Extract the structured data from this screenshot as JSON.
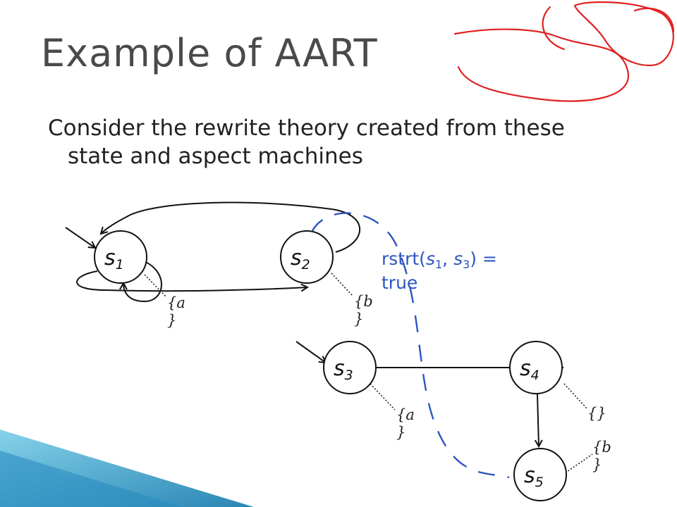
{
  "title": "Example of AART",
  "body": {
    "line1": "Consider the rewrite theory created from these",
    "line2": "state and aspect machines"
  },
  "states": [
    {
      "id": "s1",
      "label": "s",
      "sub": "1"
    },
    {
      "id": "s2",
      "label": "s",
      "sub": "2"
    },
    {
      "id": "s3",
      "label": "s",
      "sub": "3"
    },
    {
      "id": "s4",
      "label": "s",
      "sub": "4"
    },
    {
      "id": "s5",
      "label": "s",
      "sub": "5"
    }
  ],
  "props": {
    "s1": [
      "{a",
      "}"
    ],
    "s2": [
      "{b",
      "}"
    ],
    "s3": [
      "{a",
      "}"
    ],
    "s4": [
      "{}"
    ],
    "s5": [
      "{b",
      "}"
    ]
  },
  "rstrt": {
    "name": "rstrt(",
    "arg1": "s",
    "arg1_sub": "1",
    "sep": ", ",
    "arg2": "s",
    "arg2_sub": "3",
    "close": ") =",
    "value": "true"
  },
  "colors": {
    "accent_blue": "#2d55c0",
    "annotation_red": "#e02020",
    "title_gray": "#4a4a4a",
    "corner_teal": "#3a9fc8"
  }
}
